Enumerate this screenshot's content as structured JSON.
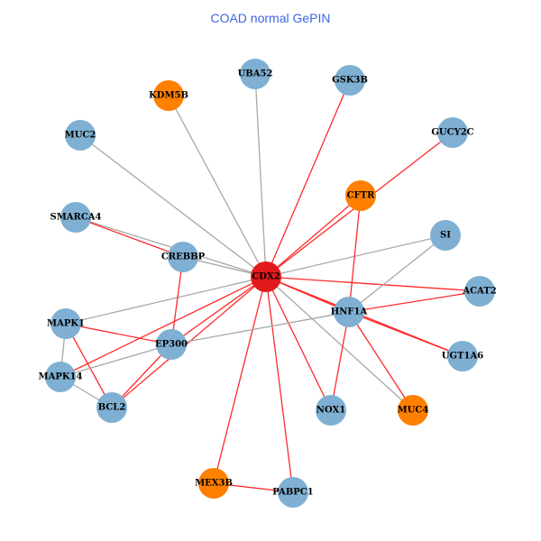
{
  "title": "COAD normal GePIN",
  "colors": {
    "hub": "#e31a1c",
    "orange": "#ff7f00",
    "blue": "#7fb0d3",
    "edge_red": "#ff2a2a",
    "edge_gray": "#a8a8a8"
  },
  "nodes": [
    {
      "id": "CDX2",
      "type": "hub"
    },
    {
      "id": "UBA52",
      "type": "blue"
    },
    {
      "id": "KDM5B",
      "type": "orange"
    },
    {
      "id": "GSK3B",
      "type": "blue"
    },
    {
      "id": "MUC2",
      "type": "blue"
    },
    {
      "id": "GUCY2C",
      "type": "blue"
    },
    {
      "id": "CFTR",
      "type": "orange"
    },
    {
      "id": "SMARCA4",
      "type": "blue"
    },
    {
      "id": "SI",
      "type": "blue"
    },
    {
      "id": "CREBBP",
      "type": "blue"
    },
    {
      "id": "ACAT2",
      "type": "blue"
    },
    {
      "id": "HNF1A",
      "type": "blue"
    },
    {
      "id": "MAPK1",
      "type": "blue"
    },
    {
      "id": "EP300",
      "type": "blue"
    },
    {
      "id": "UGT1A6",
      "type": "blue"
    },
    {
      "id": "MAPK14",
      "type": "blue"
    },
    {
      "id": "BCL2",
      "type": "blue"
    },
    {
      "id": "NOX1",
      "type": "blue"
    },
    {
      "id": "MUC4",
      "type": "orange"
    },
    {
      "id": "MEX3B",
      "type": "orange"
    },
    {
      "id": "PABPC1",
      "type": "blue"
    }
  ],
  "edges": [
    [
      "CDX2",
      "UBA52",
      "gray"
    ],
    [
      "CDX2",
      "KDM5B",
      "gray"
    ],
    [
      "CDX2",
      "GSK3B",
      "red"
    ],
    [
      "CDX2",
      "MUC2",
      "gray"
    ],
    [
      "CDX2",
      "GUCY2C",
      "red"
    ],
    [
      "CDX2",
      "CFTR",
      "red"
    ],
    [
      "CDX2",
      "SMARCA4",
      "gray"
    ],
    [
      "CDX2",
      "SI",
      "gray"
    ],
    [
      "CDX2",
      "CREBBP",
      "gray"
    ],
    [
      "CDX2",
      "ACAT2",
      "red"
    ],
    [
      "CDX2",
      "HNF1A",
      "red"
    ],
    [
      "CDX2",
      "MAPK1",
      "gray"
    ],
    [
      "CDX2",
      "EP300",
      "red"
    ],
    [
      "CDX2",
      "MAPK14",
      "red"
    ],
    [
      "CDX2",
      "BCL2",
      "red"
    ],
    [
      "CDX2",
      "NOX1",
      "red"
    ],
    [
      "CDX2",
      "MUC4",
      "gray"
    ],
    [
      "CDX2",
      "MEX3B",
      "red"
    ],
    [
      "CDX2",
      "PABPC1",
      "red"
    ],
    [
      "CDX2",
      "UGT1A6",
      "red"
    ],
    [
      "SMARCA4",
      "CREBBP",
      "red"
    ],
    [
      "CREBBP",
      "EP300",
      "red"
    ],
    [
      "MAPK1",
      "EP300",
      "red"
    ],
    [
      "MAPK1",
      "MAPK14",
      "gray"
    ],
    [
      "MAPK1",
      "BCL2",
      "red"
    ],
    [
      "MAPK14",
      "BCL2",
      "gray"
    ],
    [
      "MAPK14",
      "EP300",
      "gray"
    ],
    [
      "EP300",
      "BCL2",
      "red"
    ],
    [
      "EP300",
      "HNF1A",
      "gray"
    ],
    [
      "CFTR",
      "HNF1A",
      "red"
    ],
    [
      "HNF1A",
      "SI",
      "gray"
    ],
    [
      "HNF1A",
      "ACAT2",
      "red"
    ],
    [
      "HNF1A",
      "UGT1A6",
      "red"
    ],
    [
      "HNF1A",
      "NOX1",
      "red"
    ],
    [
      "HNF1A",
      "MUC4",
      "red"
    ],
    [
      "MEX3B",
      "PABPC1",
      "red"
    ]
  ]
}
